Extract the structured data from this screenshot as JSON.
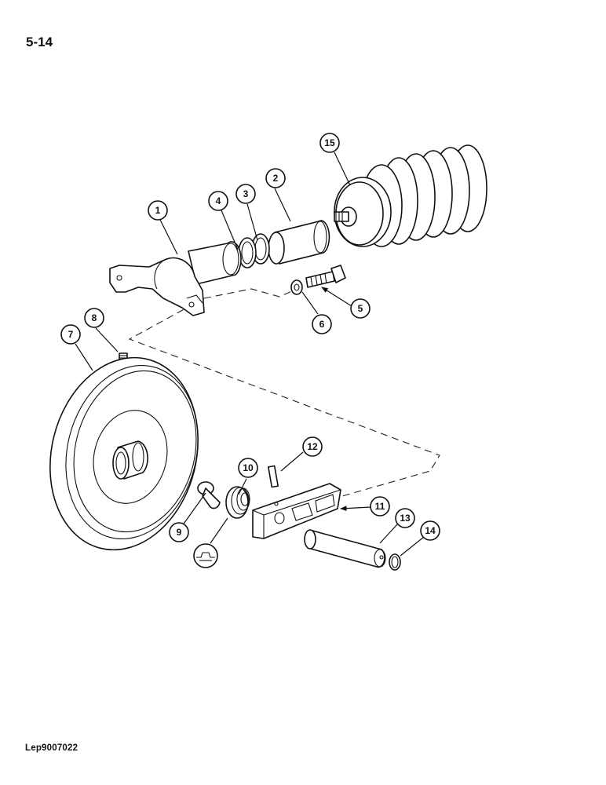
{
  "page": {
    "number": "5-14",
    "reference": "Lep9007022"
  },
  "callouts": [
    "1",
    "2",
    "3",
    "4",
    "5",
    "6",
    "7",
    "8",
    "9",
    "10",
    "11",
    "12",
    "13",
    "14",
    "15"
  ]
}
